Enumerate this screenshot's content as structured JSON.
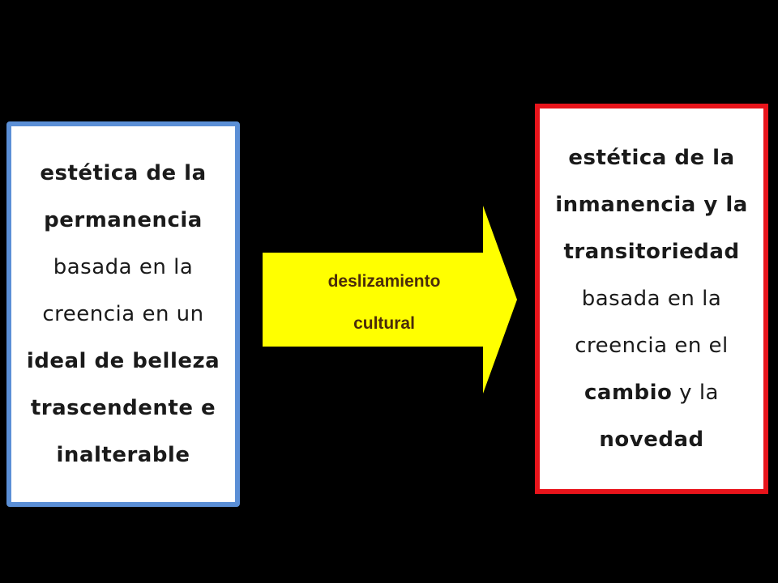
{
  "left_box": {
    "segments": [
      {
        "text": "estética de la permanencia",
        "bold": true
      },
      {
        "text": " basada en la creencia en un ",
        "bold": false
      },
      {
        "text": "ideal de belleza trascendente e inalterable",
        "bold": true
      }
    ],
    "border_color": "#5b8fd6"
  },
  "arrow": {
    "line1": "deslizamiento",
    "line2": "cultural",
    "fill_color": "#ffff00"
  },
  "right_box": {
    "segments": [
      {
        "text": "estética de la inmanencia y la transitoriedad",
        "bold": true
      },
      {
        "text": " basada en la creencia en el ",
        "bold": false
      },
      {
        "text": "cambio",
        "bold": true
      },
      {
        "text": " y la ",
        "bold": false
      },
      {
        "text": "novedad",
        "bold": true
      }
    ],
    "border_color": "#e8141b"
  }
}
